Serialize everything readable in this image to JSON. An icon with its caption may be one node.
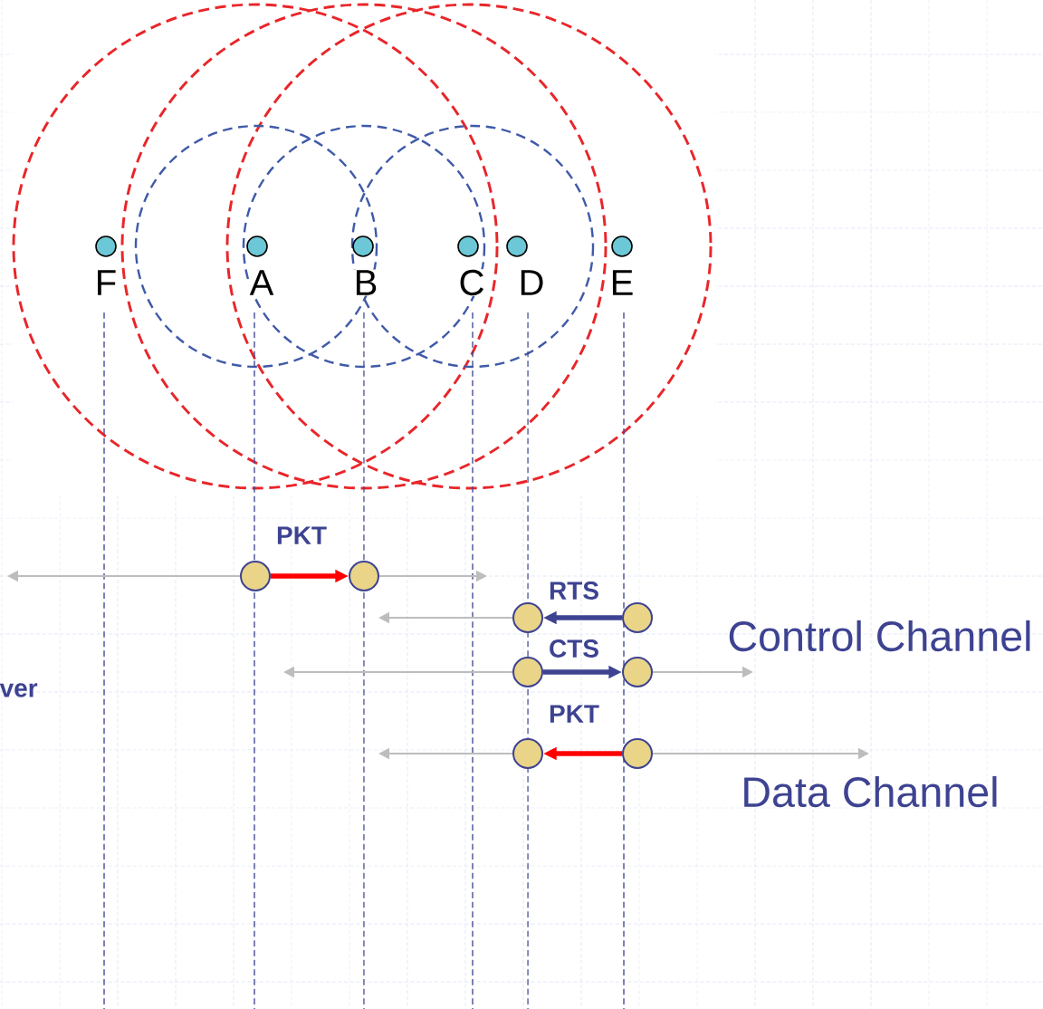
{
  "diagram": {
    "nodes": [
      {
        "text": [
          "F"
        ]
      },
      {
        "text": [
          "A"
        ]
      },
      {
        "text": [
          "B"
        ]
      },
      {
        "text": [
          "C"
        ]
      },
      {
        "text": [
          "D"
        ]
      },
      {
        "text": [
          "E"
        ]
      },
      {
        "text": [],
        "shape": "circle"
      },
      {
        "text": [],
        "shape": "circle"
      },
      {
        "text": [],
        "shape": "circle"
      },
      {
        "text": [],
        "shape": "circle"
      },
      {
        "text": [],
        "shape": "circle"
      },
      {
        "text": [],
        "shape": "circle"
      },
      {
        "text": [],
        "shape": "circle"
      },
      {
        "text": [],
        "shape": "circle"
      }
    ],
    "edges": [
      {
        "from": 6,
        "to": 7,
        "arrow": "to",
        "label": "PKT",
        "style": "thick",
        "color": "#ff0000"
      },
      {
        "from": 9,
        "to": 8,
        "arrow": "to",
        "label": "RTS",
        "style": "thick",
        "color": "#3d4391"
      },
      {
        "from": 10,
        "to": 11,
        "arrow": "to",
        "label": "CTS",
        "style": "thick",
        "color": "#3d4391"
      },
      {
        "from": 13,
        "to": 12,
        "arrow": "to",
        "label": "PKT",
        "style": "thick",
        "color": "#ff0000"
      },
      {
        "from": 6,
        "to": null,
        "arrow": "to"
      },
      {
        "from": 7,
        "to": null,
        "arrow": "to"
      },
      {
        "from": 8,
        "to": null,
        "arrow": "to"
      },
      {
        "from": 10,
        "to": null,
        "arrow": "to"
      },
      {
        "from": 11,
        "to": null,
        "arrow": "to"
      },
      {
        "from": 12,
        "to": null,
        "arrow": "to"
      },
      {
        "from": 13,
        "to": null,
        "arrow": "to"
      }
    ],
    "labels": [
      "ver",
      "Control Channel",
      "Data Channel"
    ]
  }
}
